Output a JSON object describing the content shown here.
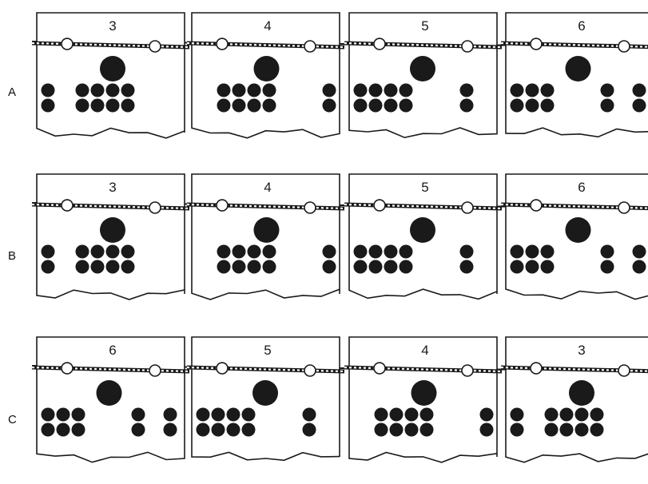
{
  "rows": [
    {
      "label": "A",
      "cards": [
        "3",
        "4",
        "5",
        "6"
      ]
    },
    {
      "label": "B",
      "cards": [
        "3",
        "4",
        "5",
        "6"
      ]
    },
    {
      "label": "C",
      "cards": [
        "6",
        "5",
        "4",
        "3"
      ]
    }
  ],
  "colors": {
    "ink": "#1a1a1a",
    "paper": "#ffffff"
  }
}
